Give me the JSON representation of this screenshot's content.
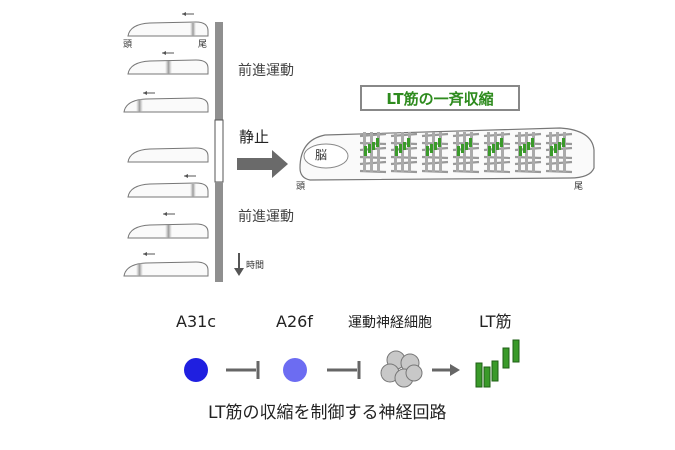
{
  "larva_labels": {
    "head": "頭",
    "tail": "尾"
  },
  "timeline": {
    "forward_top": "前進運動",
    "rest": "静止",
    "forward_bottom": "前進運動",
    "time": "時間"
  },
  "muscle_figure": {
    "title": "LT筋の一斉収縮",
    "brain": "脳",
    "head": "頭",
    "tail": "尾"
  },
  "circuit": {
    "node1": "A31c",
    "node2": "A26f",
    "node3": "運動神経細胞",
    "node4": "LT筋",
    "caption": "LT筋の収縮を制御する神経回路"
  },
  "colors": {
    "green": "#3a9a2a",
    "a31c": "#1f1fe0",
    "a26f": "#6c6cf2",
    "bar": "#8f8f8f"
  }
}
